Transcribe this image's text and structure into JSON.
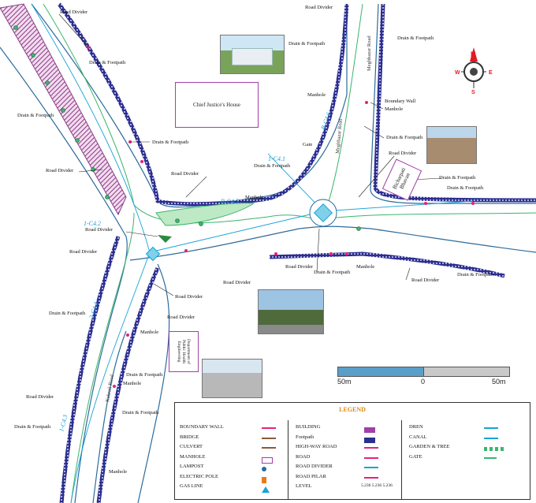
{
  "labels": {
    "road_divider": "Road Divider",
    "drain_footpath": "Drain & Footpath",
    "manhole": "Manhole",
    "boundary_wall": "Boundary Wall",
    "gate": "Gate",
    "chief_justice": "Chief Justice's House",
    "bichar_bhavan": "Bicharpati Bhavan",
    "dept_phe": "Department of Public Health Engineering",
    "magh_road": "Meghbazar Road",
    "kakrail_road": "Kakrail Road",
    "lc1": "1-C4.1",
    "lc2": "1-C4.2",
    "lc3": "1-C4.3",
    "lc4": "2-C4.4",
    "lc5": "B-C4.5",
    "lc6": "B-C4.6"
  },
  "compass": {
    "n": "N",
    "s": "S",
    "e": "E",
    "w": "W"
  },
  "scale": {
    "left": "50m",
    "mid": "0",
    "right": "50m"
  },
  "legend": {
    "title": "LEGEND",
    "col1": [
      "BOUNDARY WALL",
      "BRIDGE",
      "CULVERT",
      "MANHOLE",
      "LAMPOST",
      "ELECTRIC POLE",
      "GAS LINE"
    ],
    "col2": [
      "BUILDING",
      "Footpath",
      "HIGH-WAY ROAD",
      "ROAD",
      "ROAD DIVIDER",
      "ROAD PILAR",
      "LEVEL"
    ],
    "level_value": "5.236 5.236 5.236",
    "col3": [
      "DREN",
      "CANAL",
      "GARDEN & TREE",
      "GATE"
    ]
  },
  "colors": {
    "road": "#2d6b9c",
    "footpath": "#a23fa8",
    "green": "#3bb56c",
    "cyan": "#16a3d8",
    "pink": "#e6217c"
  }
}
